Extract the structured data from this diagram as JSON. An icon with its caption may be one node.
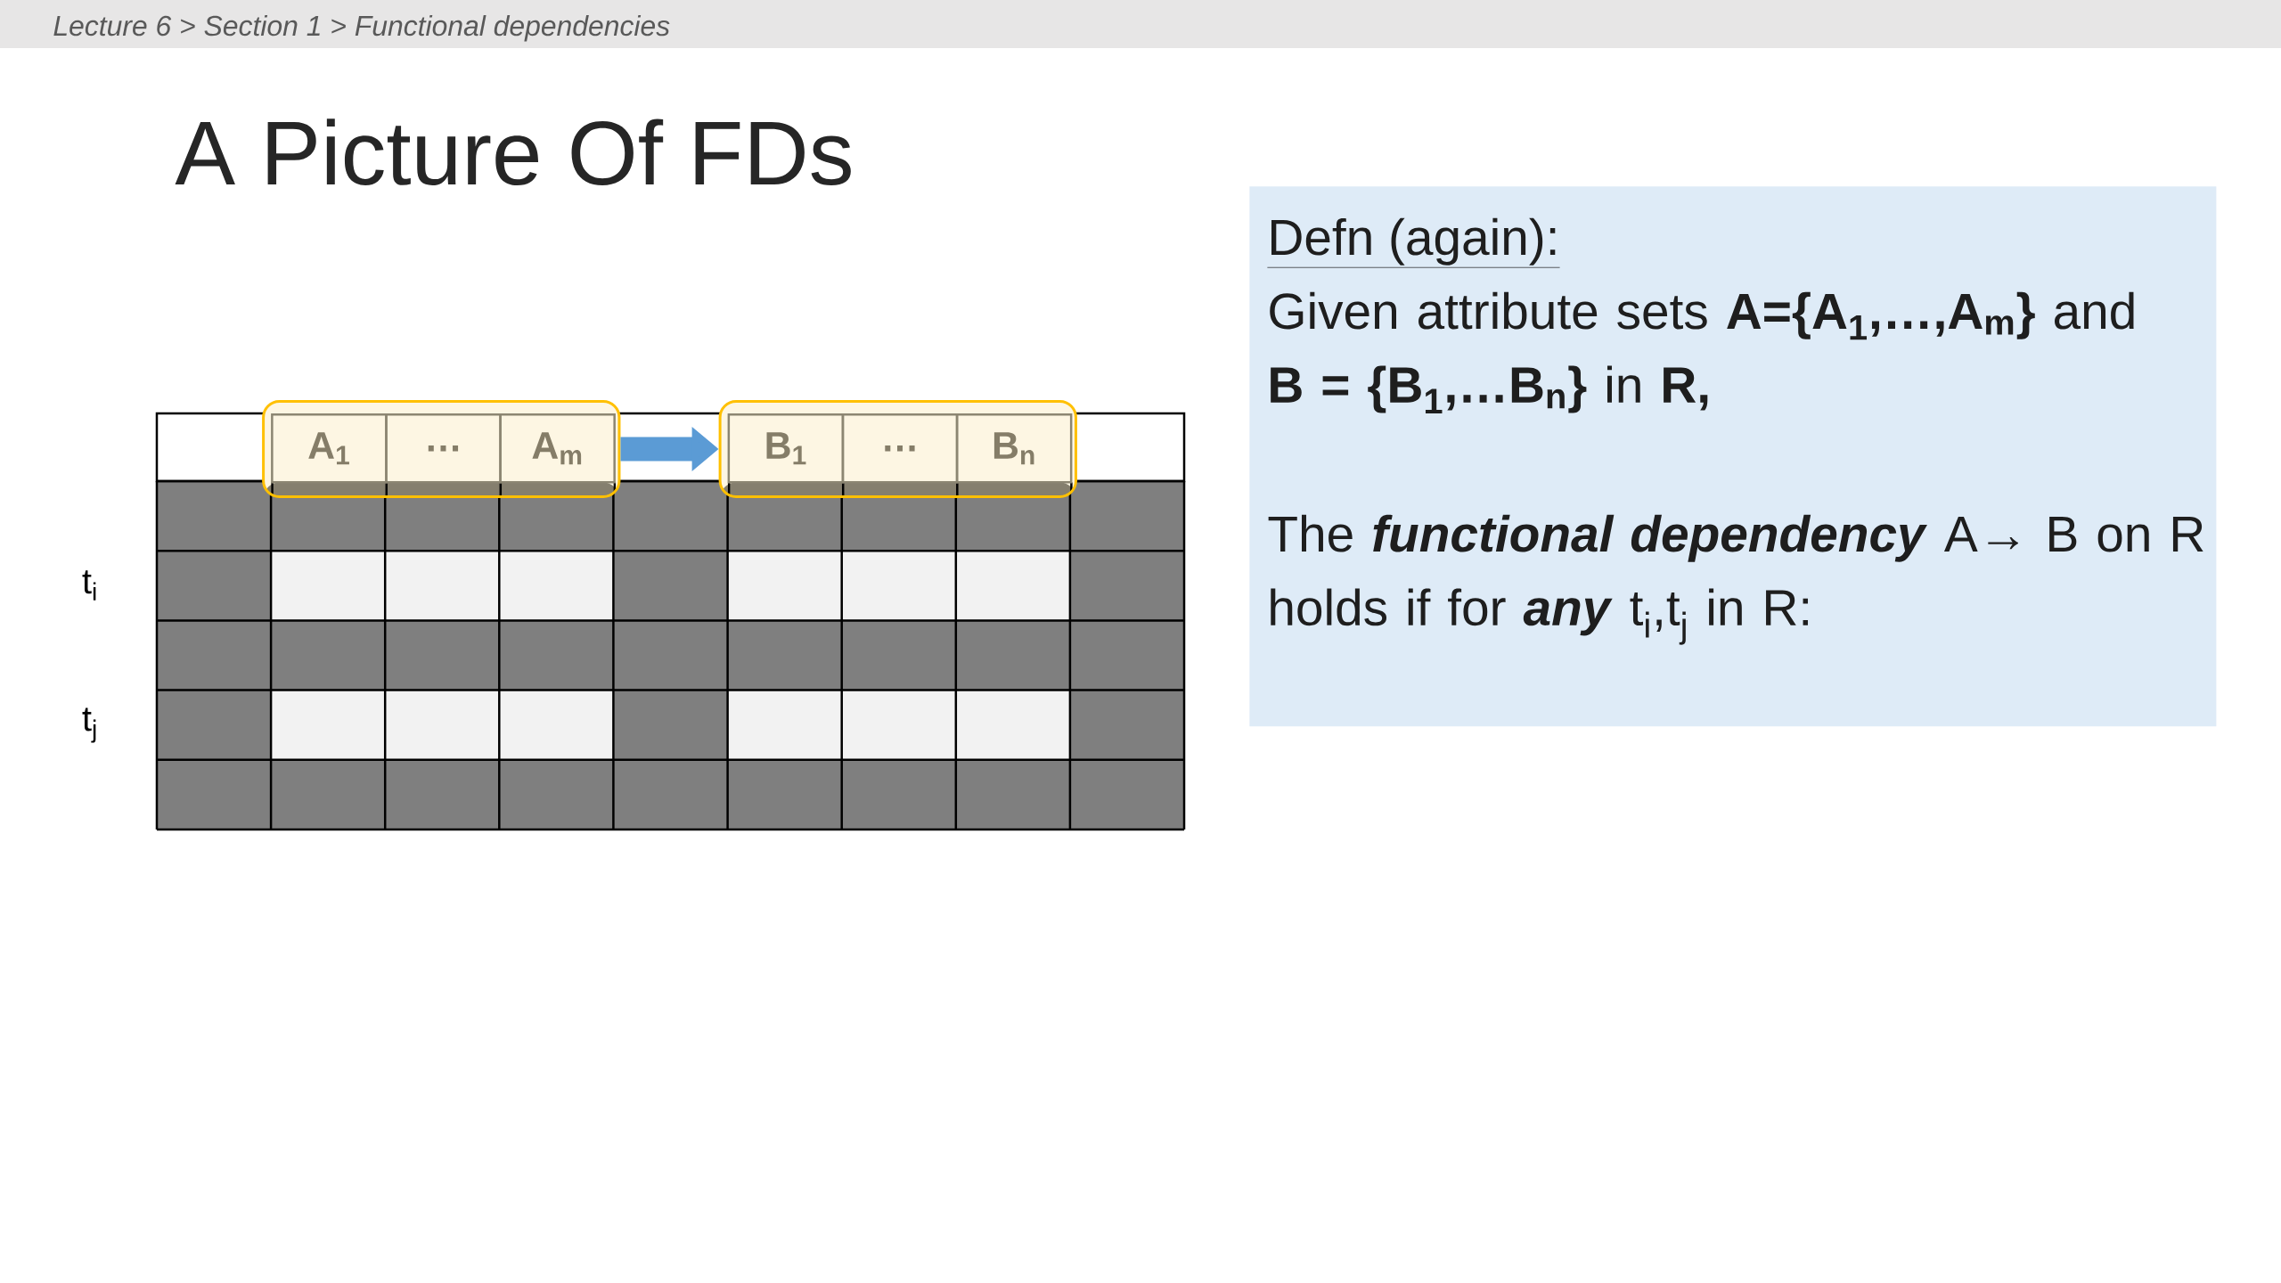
{
  "diagram": {
    "title": "A Picture Of FDs",
    "nodes": [
      {
        "text": [],
        "shape": "box"
      },
      {
        "text": [
          "A$_{1}$"
        ],
        "in": 0
      },
      {
        "text": [
          "…"
        ],
        "in": 0
      },
      {
        "text": [
          "A$_{m}$"
        ],
        "in": 0
      },
      {
        "text": [],
        "shape": "box"
      },
      {
        "text": [
          "B$_{1}$"
        ],
        "in": 4
      },
      {
        "text": [
          "…"
        ],
        "in": 4
      },
      {
        "text": [
          "B$_{n}$"
        ],
        "in": 4
      },
      {
        "text": [
          "Defn (again):",
          "Given attribute sets **A={A$_{1}$,…,A$_{m}$}** and **B = {B$_{1}$,…B$_{n}$}** in **R,**",
          "The *functional dependency* A**→** B on R holds if for *any* t$_{i}$,t$_{j}$ in R:"
        ]
      }
    ],
    "edges": [
      {
        "from": 0,
        "to": 4,
        "arrow": "to"
      }
    ],
    "labels": [
      "Lecture 6 > Section 1 > Functional dependencies",
      "t$_{i}$",
      "t$_{j}$"
    ]
  }
}
